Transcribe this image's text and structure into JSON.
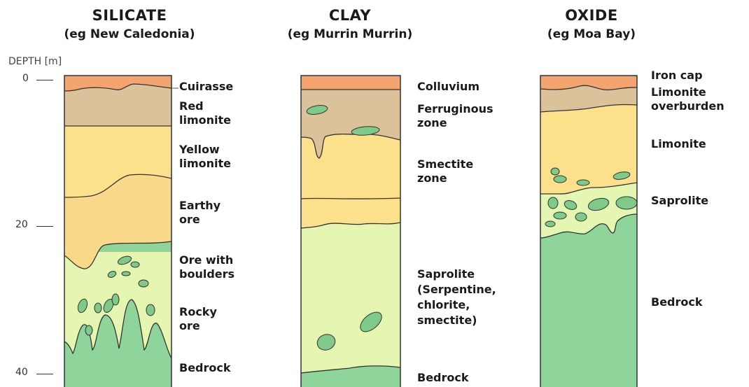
{
  "columns": [
    {
      "title": "SILICATE",
      "subtitle": "(eg New Caledonia)",
      "layers": [
        {
          "label_lines": [
            "Cuirasse"
          ],
          "color": "#f4a46e"
        },
        {
          "label_lines": [
            "Red",
            "limonite"
          ],
          "color": "#dcc29a"
        },
        {
          "label_lines": [
            "Yellow",
            "limonite"
          ],
          "color": "#fce08c"
        },
        {
          "label_lines": [
            "Earthy",
            "ore"
          ],
          "color": "#fad88a"
        },
        {
          "label_lines": [
            "Ore with",
            "boulders"
          ],
          "color": "#e4f6b2"
        },
        {
          "label_lines": [
            "Rocky",
            "ore"
          ],
          "color": "#e4f6b2"
        },
        {
          "label_lines": [
            "Bedrock"
          ],
          "color": "#8fd49a"
        }
      ]
    },
    {
      "title": "CLAY",
      "subtitle": "(eg Murrin Murrin)",
      "layers": [
        {
          "label_lines": [
            "Colluvium"
          ],
          "color": "#f4a46e"
        },
        {
          "label_lines": [
            "Ferruginous",
            "zone"
          ],
          "color": "#dcc29a"
        },
        {
          "label_lines": [
            "Smectite",
            "zone"
          ],
          "color": "#fce08c"
        },
        {
          "label_lines": [
            "Saprolite",
            "(Serpentine,",
            "chlorite,",
            "smectite)"
          ],
          "color": "#e4f6b2"
        },
        {
          "label_lines": [
            "Bedrock"
          ],
          "color": "#8fd49a"
        }
      ]
    },
    {
      "title": "OXIDE",
      "subtitle": "(eg Moa Bay)",
      "layers": [
        {
          "label_lines": [
            "Iron cap"
          ],
          "color": "#f4a46e"
        },
        {
          "label_lines": [
            "Limonite",
            "overburden"
          ],
          "color": "#dcc29a"
        },
        {
          "label_lines": [
            "Limonite"
          ],
          "color": "#fce08c"
        },
        {
          "label_lines": [
            "Saprolite"
          ],
          "color": "#e4f6b2"
        },
        {
          "label_lines": [
            "Bedrock"
          ],
          "color": "#8fd49a"
        }
      ]
    }
  ],
  "depth_axis": {
    "title": "DEPTH  [m]",
    "ticks": [
      "0",
      "20",
      "40"
    ]
  },
  "colors": {
    "outline": "#333333",
    "boulder": "#7fc98a"
  }
}
